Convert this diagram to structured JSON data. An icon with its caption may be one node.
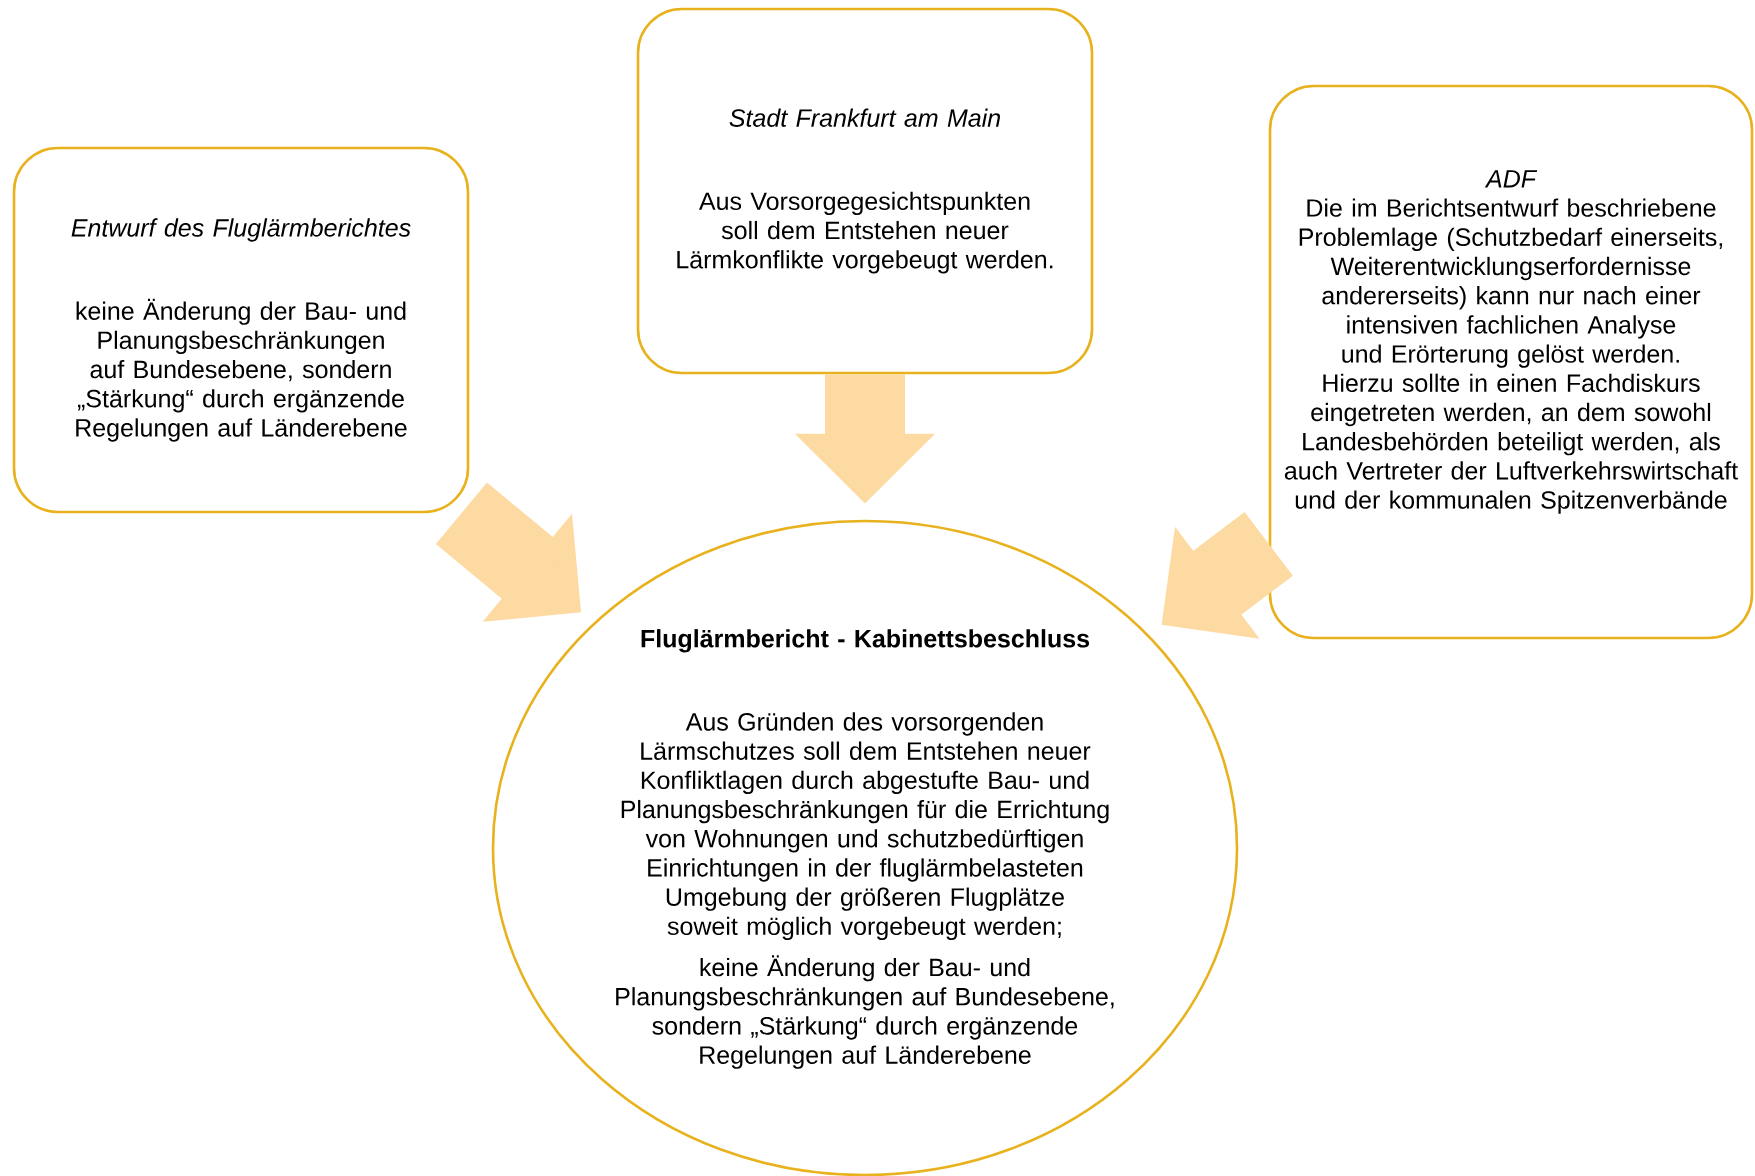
{
  "diagram": {
    "nodes": [
      {
        "text": [
          "Entwurf des Fluglärmberichtes",
          "keine Änderung der Bau- und Planungsbeschränkungen auf Bundesebene, sondern „Stärkung“ durch ergänzende Regelungen auf Länderebene"
        ]
      },
      {
        "text": [
          "Stadt Frankfurt am Main",
          "Aus Vorsorgegesichtspunkten soll dem Entstehen neuer Lärmkonflikte vorgebeugt werden."
        ]
      },
      {
        "text": [
          "ADF",
          "Die im Berichtsentwurf beschriebene Problemlage (Schutzbedarf einerseits, Weiterentwicklungserfordernisse andererseits) kann nur nach einer intensiven fachlichen Analyse und Erörterung gelöst werden. Hierzu sollte in einen Fachdiskurs eingetreten werden, an dem sowohl Landesbehörden beteiligt werden, als auch Vertreter der Luftverkehrswirtschaft und der kommunalen Spitzenverbände"
        ]
      },
      {
        "text": [
          "Fluglärmbericht - Kabinettsbeschluss",
          "Aus Gründen des vorsorgenden Lärmschutzes soll dem Entstehen neuer Konfliktlagen durch abgestufte Bau- und Planungsbeschränkungen für die Errichtung von Wohnungen und schutzbedürftigen Einrichtungen in der fluglärmbelasteten Umgebung der größeren Flugplätze soweit möglich vorgebeugt werden;",
          "keine Änderung der Bau- und Planungsbeschränkungen auf Bundesebene, sondern „Stärkung“ durch ergänzende Regelungen auf Länderebene"
        ]
      }
    ],
    "edges": [
      {
        "from": 0,
        "to": 3,
        "arrow": "to"
      },
      {
        "from": 1,
        "to": 3,
        "arrow": "to"
      },
      {
        "from": 2,
        "to": 3,
        "arrow": "to"
      }
    ]
  }
}
